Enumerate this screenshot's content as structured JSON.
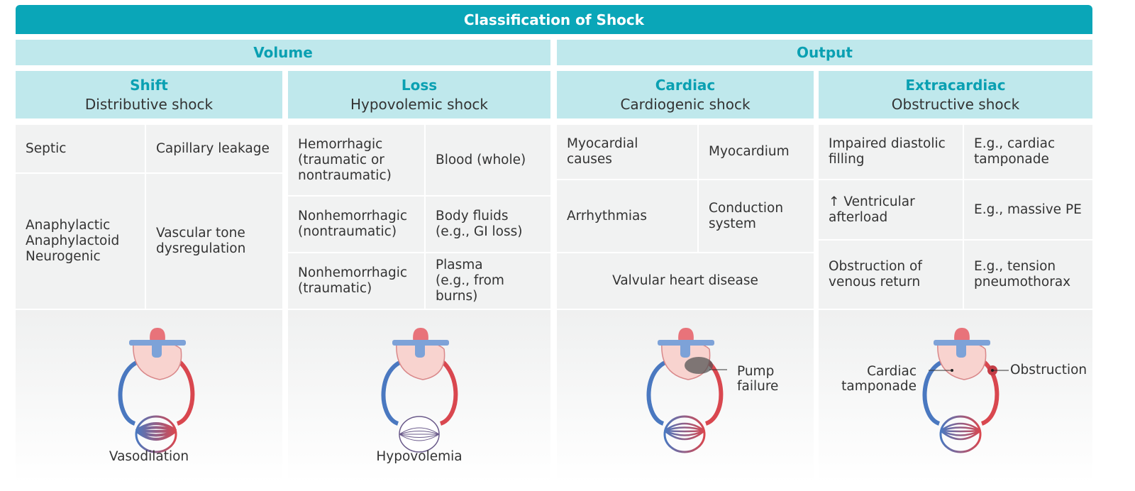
{
  "title": "Classification of Shock",
  "groups": [
    "Volume",
    "Output"
  ],
  "categories": [
    {
      "name": "Shift",
      "subtitle": "Distributive shock"
    },
    {
      "name": "Loss",
      "subtitle": "Hypovolemic shock"
    },
    {
      "name": "Cardiac",
      "subtitle": "Cardiogenic shock"
    },
    {
      "name": "Extracardiac",
      "subtitle": "Obstructive shock"
    }
  ],
  "cells": [
    [
      "Septic",
      "Capillary leakage",
      "Anaphylactic\nAnaphylactoid\nNeurogenic",
      "Vascular tone\ndysregulation"
    ],
    [
      "Hemorrhagic\n(traumatic or\nnontraumatic)",
      "Blood (whole)",
      "Nonhemorrhagic\n(nontraumatic)",
      "Body fluids\n(e.g., GI loss)",
      "Nonhemorrhagic\n(traumatic)",
      "Plasma\n(e.g., from burns)"
    ],
    [
      "Myocardial\ncauses",
      "Myocardium",
      "Arrhythmias",
      "Conduction\nsystem",
      "Valvular heart disease"
    ],
    [
      "Impaired diastolic\nfilling",
      "E.g., cardiac\ntamponade",
      "↑ Ventricular\nafterload",
      "E.g., massive PE",
      "Obstruction of\nvenous return",
      "E.g., tension\npneumothorax"
    ]
  ],
  "illustrations": [
    {
      "caption": "Vasodilation"
    },
    {
      "caption": "Hypovolemia"
    },
    {
      "labels": [
        "Pump\nfailure"
      ]
    },
    {
      "labels": [
        "Cardiac\ntamponade",
        "Obstruction"
      ]
    }
  ],
  "colors": {
    "header": "#0aa6b8",
    "subheader": "#bfe8ec",
    "accent_text": "#0aa0b2",
    "cell": "#f1f2f2",
    "artery": "#d9474f",
    "vein": "#4a78c0"
  }
}
